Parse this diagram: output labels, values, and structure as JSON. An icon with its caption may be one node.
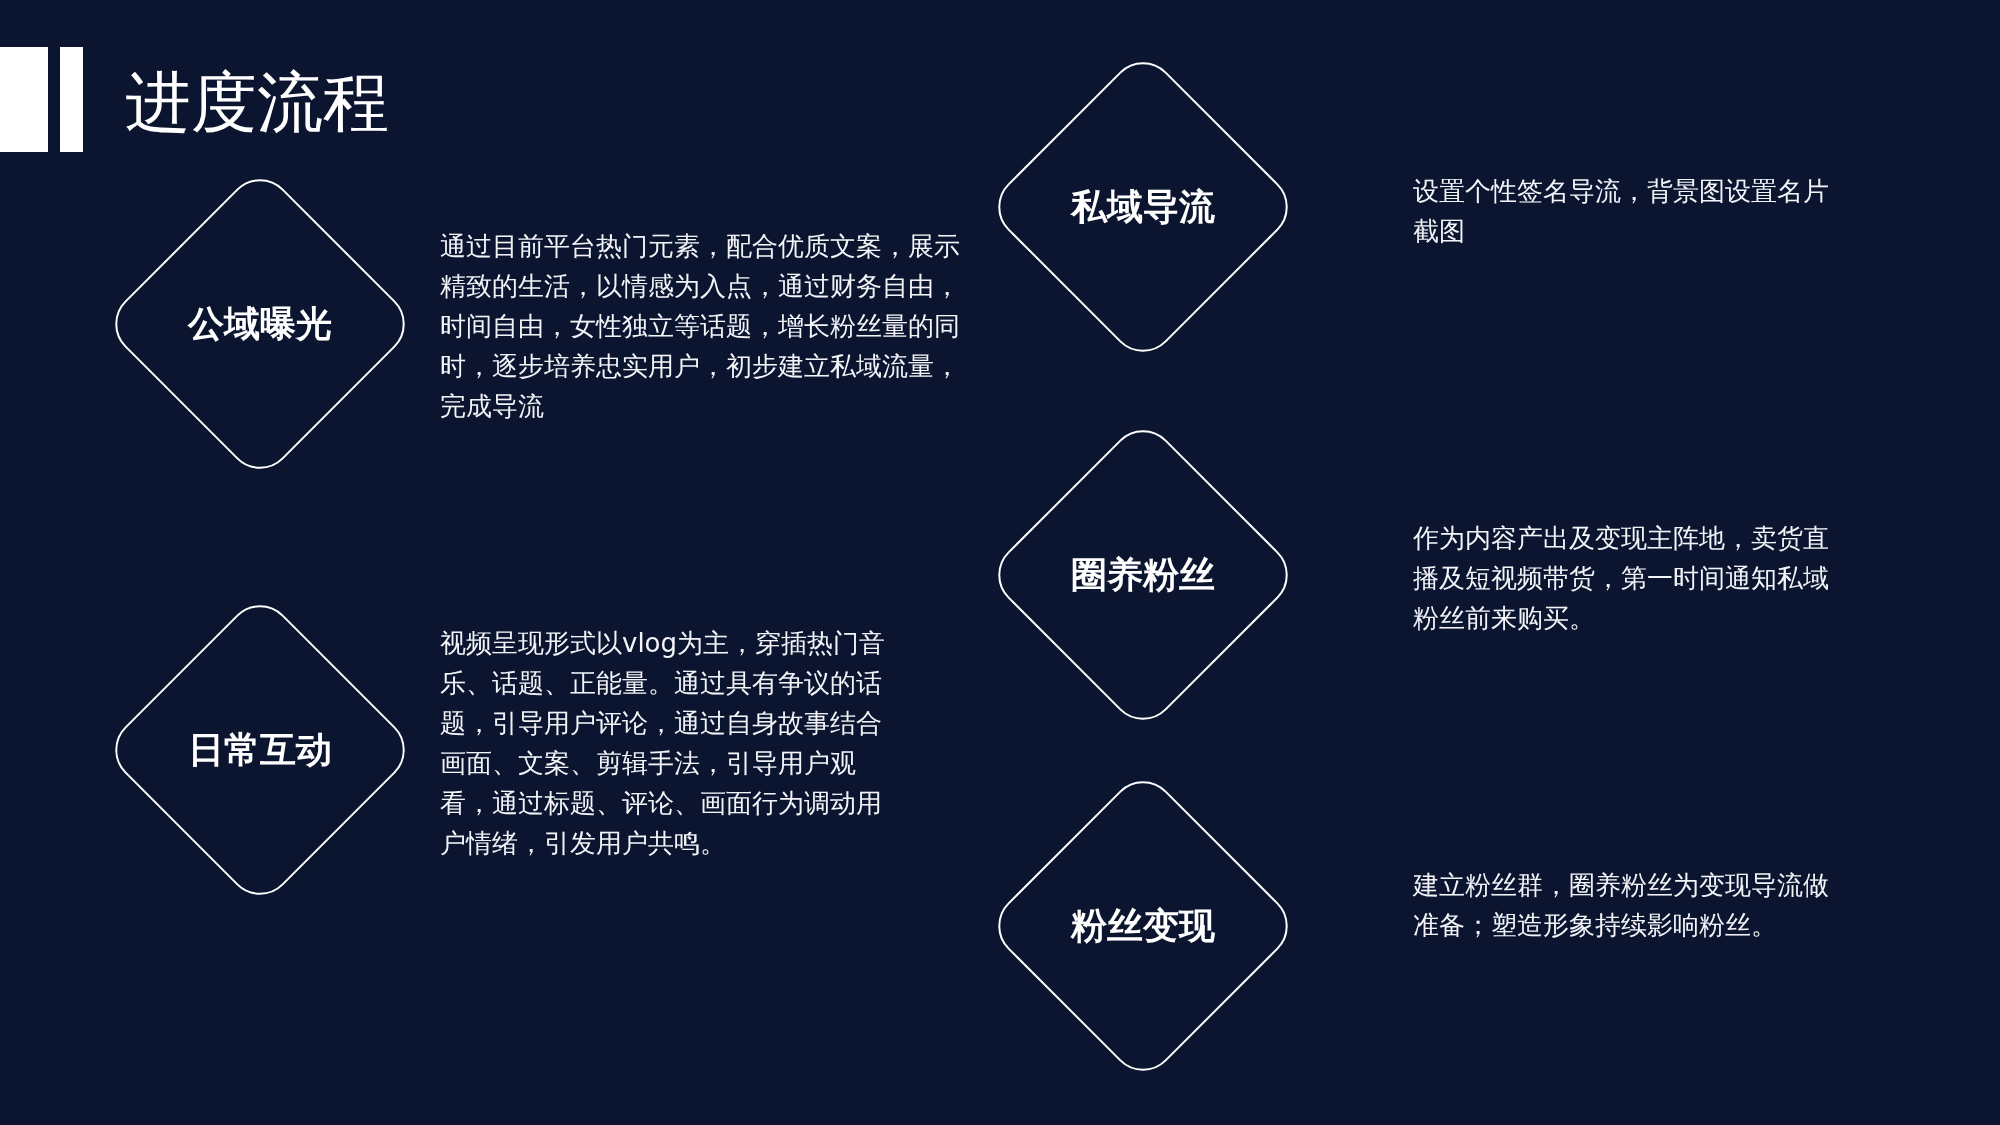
{
  "diagram": {
    "title": "进度流程",
    "nodes": [
      {
        "text": [
          "公域曝光"
        ],
        "beside": [
          "通过目前平台热门元素，配合优质文案，展示精致的生活，以情感为入点，通过财务自由，时间自由，女性独立等话题，增长粉丝量的同时，逐步培养忠实用户，初步建立私域流量，完成导流"
        ]
      },
      {
        "text": [
          "日常互动"
        ],
        "beside": [
          "视频呈现形式以vlog为主，穿插热门音乐、话题、正能量。通过具有争议的话题，引导用户评论，通过自身故事结合画面、文案、剪辑手法，引导用户观看，通过标题、评论、画面行为调动用户情绪，引发用户共鸣。"
        ]
      },
      {
        "text": [
          "私域导流"
        ]
      },
      {
        "text": [
          "圈养粉丝"
        ]
      },
      {
        "text": [
          "粉丝变现"
        ]
      }
    ],
    "labels": [
      "设置个性签名导流，背景图设置名片截图",
      "作为内容产出及变现主阵地，卖货直播及短视频带货，第一时间通知私域粉丝前来购买。",
      "建立粉丝群，圈养粉丝为变现导流做准备；塑造形象持续影响粉丝。"
    ]
  }
}
